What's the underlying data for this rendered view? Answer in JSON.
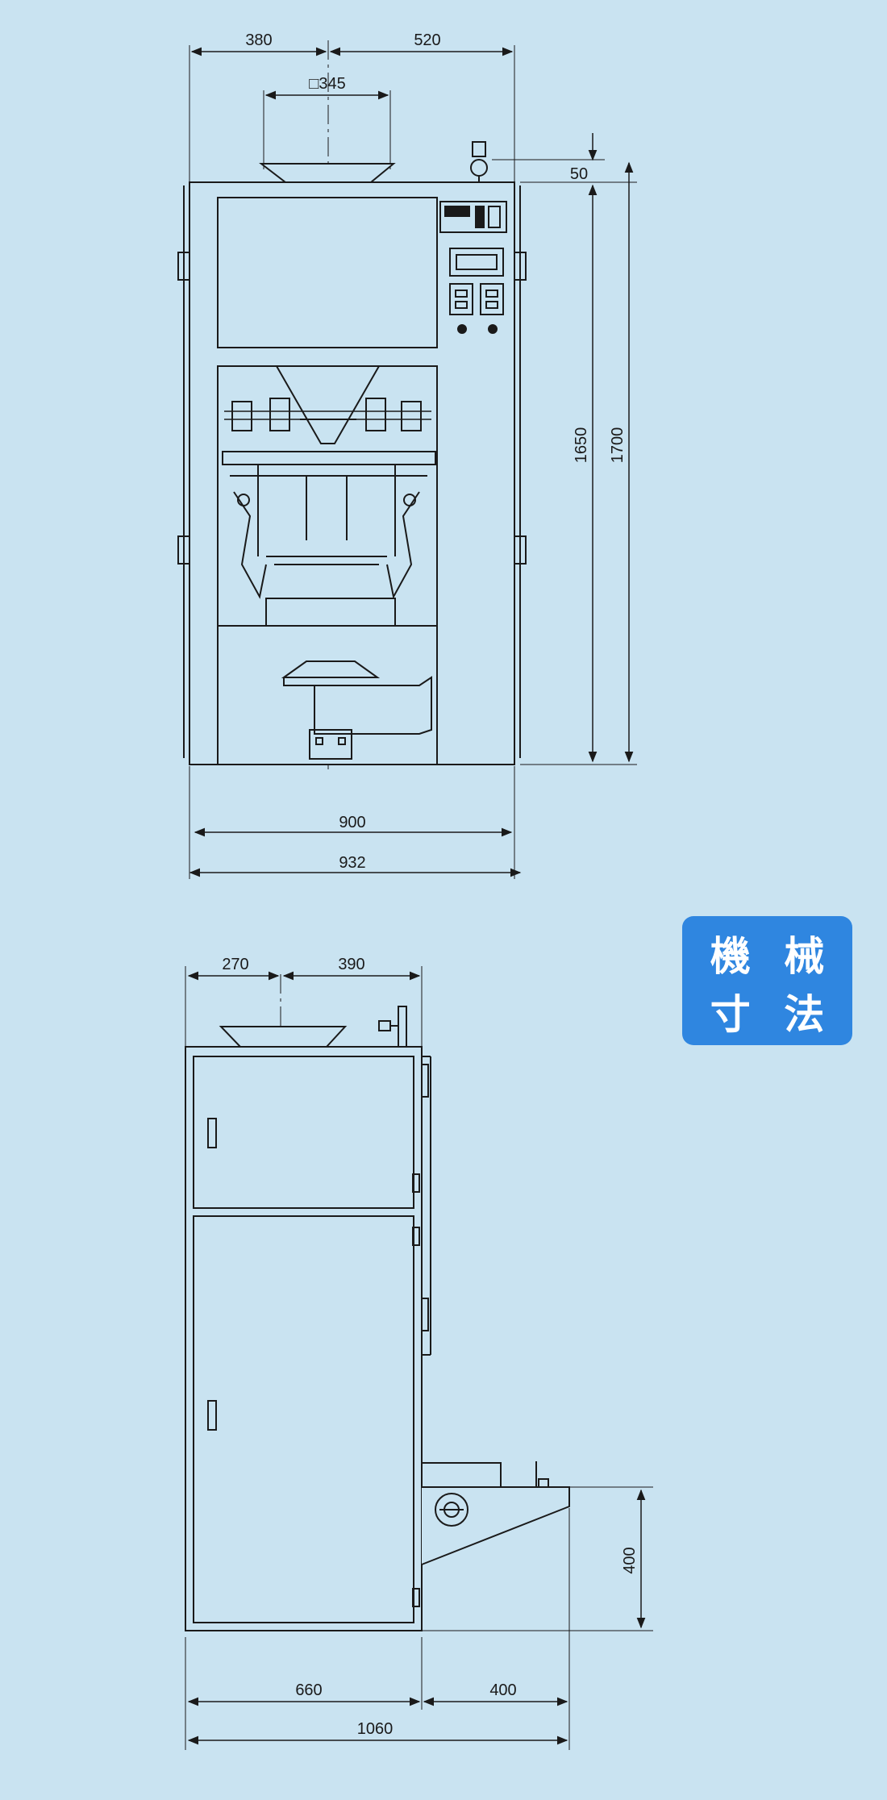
{
  "front_view": {
    "hopper_top_left_width": "380",
    "hopper_top_right_width": "520",
    "hopper_opening": "□345",
    "top_offset": "50",
    "inner_height": "1650",
    "total_height": "1700",
    "inner_width": "900",
    "total_width": "932"
  },
  "side_view": {
    "top_left_width": "270",
    "top_right_width": "390",
    "base_left_depth": "660",
    "discharge_length": "400",
    "discharge_height": "400",
    "total_depth": "1060"
  },
  "badge": {
    "char1": "機",
    "char2": "械",
    "char3": "寸",
    "char4": "法",
    "color": "#2f86e0"
  },
  "colors": {
    "background": "#c9e3f1",
    "line": "#1a1a1a"
  }
}
